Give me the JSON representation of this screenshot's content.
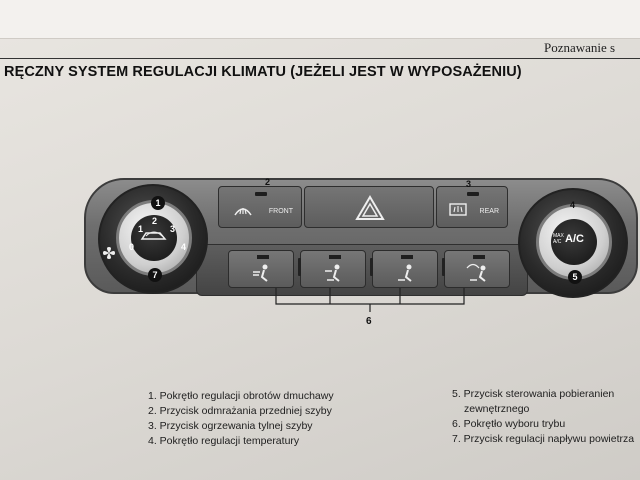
{
  "header": {
    "section_right": "Poznawanie s",
    "title": "RĘCZNY SYSTEM REGULACJI KLIMATU (JEŻELI JEST W WYPOSAŻENIU)"
  },
  "panel": {
    "front_label": "FRONT",
    "rear_label": "REAR",
    "fan_digits": [
      "0",
      "1",
      "2",
      "3",
      "4"
    ],
    "ac_label": "A/C",
    "max_ac_label": "MAX\nA/C",
    "callouts": {
      "c1": "1",
      "c2": "2",
      "c3": "3",
      "c4": "4",
      "c5": "5",
      "c6": "6",
      "c7": "7"
    }
  },
  "legend": {
    "left": [
      "1. Pokrętło regulacji obrotów dmuchawy",
      "2. Przycisk odmrażania przedniej szyby",
      "3. Przycisk ogrzewania tylnej szyby",
      "4. Pokrętło regulacji temperatury"
    ],
    "right": [
      "5. Przycisk sterowania pobieranien",
      "zewnętrznego",
      "6. Pokrętło wyboru trybu",
      "7. Przycisk regulacji napływu powietrza"
    ]
  }
}
